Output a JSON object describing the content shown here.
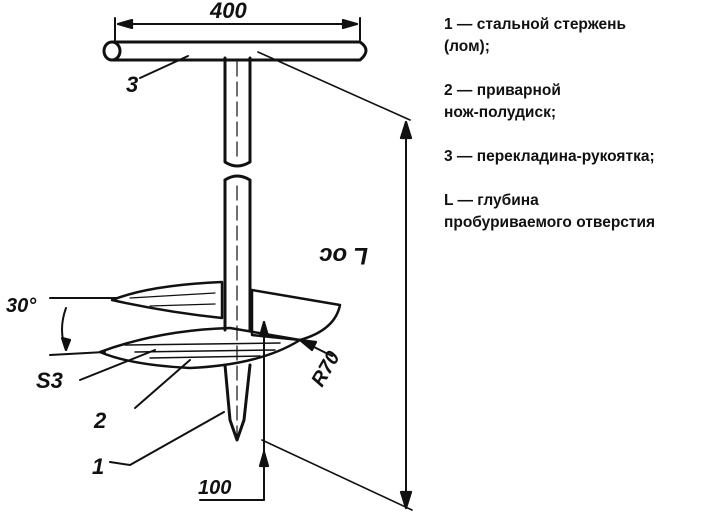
{
  "drawing": {
    "handle_width_label": "400",
    "depth_label": "L ос",
    "angle_label": "30°",
    "thickness_label": "S3",
    "radius_label": "R70",
    "tip_label": "100",
    "part_1": "1",
    "part_2": "2",
    "part_3": "3"
  },
  "legend": {
    "items": [
      {
        "line1": "1 — стальной стержень",
        "line2": "(лом);"
      },
      {
        "line1": "2 — приварной",
        "line2": "нож-полудиск;"
      },
      {
        "line1": "3 — перекладина-рукоятка;",
        "line2": ""
      },
      {
        "line1": "L — глубина",
        "line2": "пробуриваемого отверстия"
      }
    ]
  }
}
